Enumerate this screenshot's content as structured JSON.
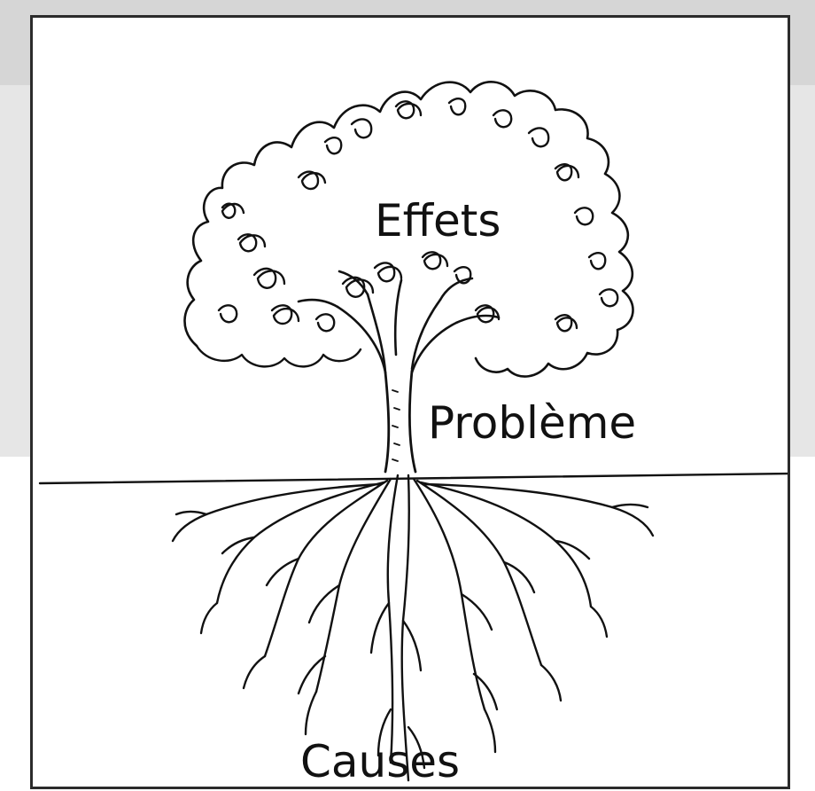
{
  "diagram": {
    "labels": {
      "effects": "Effets",
      "problem": "Problème",
      "causes": "Causes"
    },
    "colors": {
      "ink": "#111111",
      "frame": "#2b2b2b",
      "background": "#ffffff"
    }
  }
}
